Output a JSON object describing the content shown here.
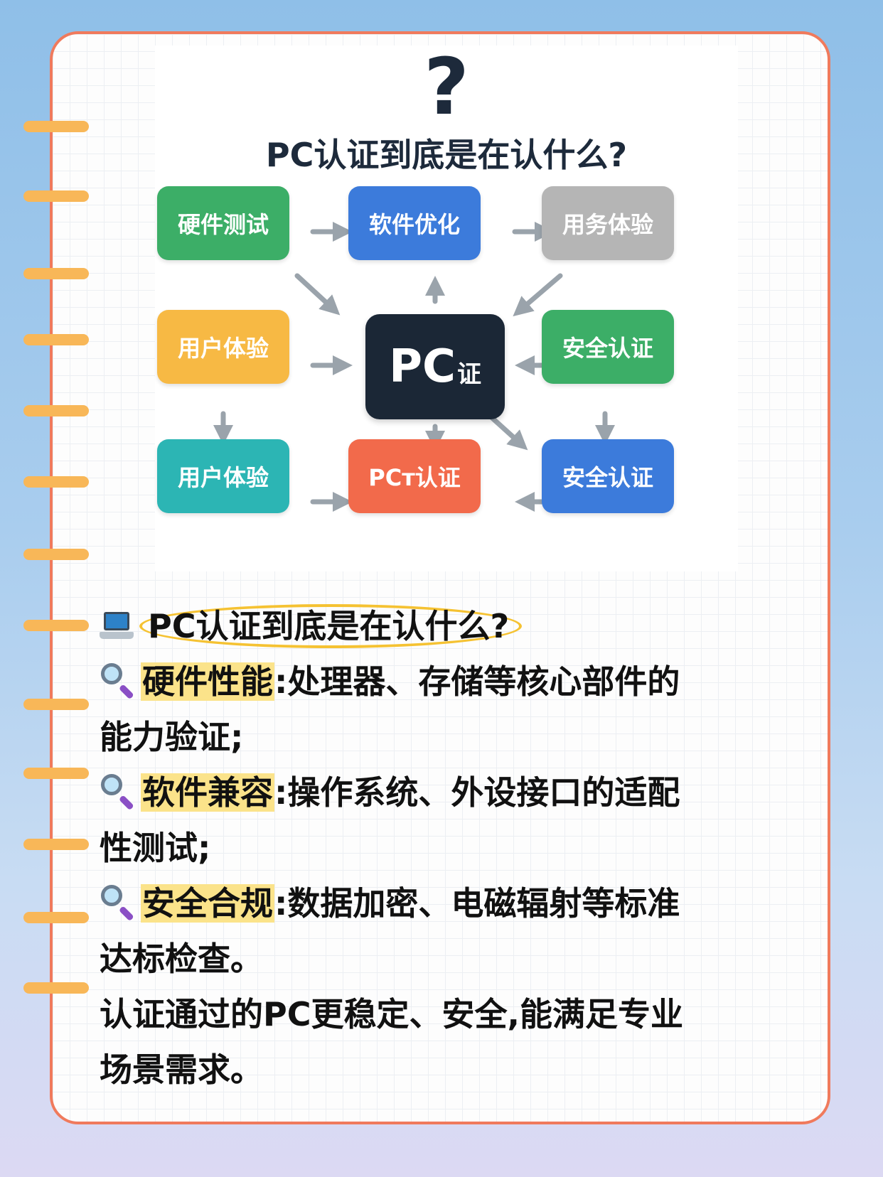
{
  "diagram": {
    "question_mark": "?",
    "title": "PC认证到底是在认什么?",
    "nodes": {
      "hardware_test": {
        "label": "硬件测试",
        "color": "#3cae67"
      },
      "software_opt": {
        "label": "软件优化",
        "color": "#3c7bdb"
      },
      "service_exp": {
        "label": "用务体验",
        "color": "#b5b5b5"
      },
      "user_exp_1": {
        "label": "用户体验",
        "color": "#f7b944"
      },
      "center_big": "PC",
      "center_small": "证",
      "security_cert_1": {
        "label": "安全认证",
        "color": "#3cae67"
      },
      "user_exp_2": {
        "label": "用户体验",
        "color": "#2cb5b4"
      },
      "pc_cert": {
        "label": "PCт认证",
        "color": "#f26a4b"
      },
      "security_cert_2": {
        "label": "安全认证",
        "color": "#3c7bdb"
      }
    }
  },
  "content": {
    "heading": "PC认证到底是在认什么?",
    "items": [
      {
        "keyword": "硬件性能",
        "line1": ":处理器、存储等核心部件的",
        "line2": "能力验证;"
      },
      {
        "keyword": "软件兼容",
        "line1": ":操作系统、外设接口的适配",
        "line2": "性测试;"
      },
      {
        "keyword": "安全合规",
        "line1": ":数据加密、电磁辐射等标准",
        "line2": "达标检查。"
      }
    ],
    "summary_line1": "认证通过的PC更稳定、安全,能满足专业",
    "summary_line2": "场景需求。"
  },
  "colors": {
    "card_border": "#f07a5c",
    "ring": "#f8b758",
    "highlight": "#fbe38a",
    "oval": "#f5c232"
  }
}
